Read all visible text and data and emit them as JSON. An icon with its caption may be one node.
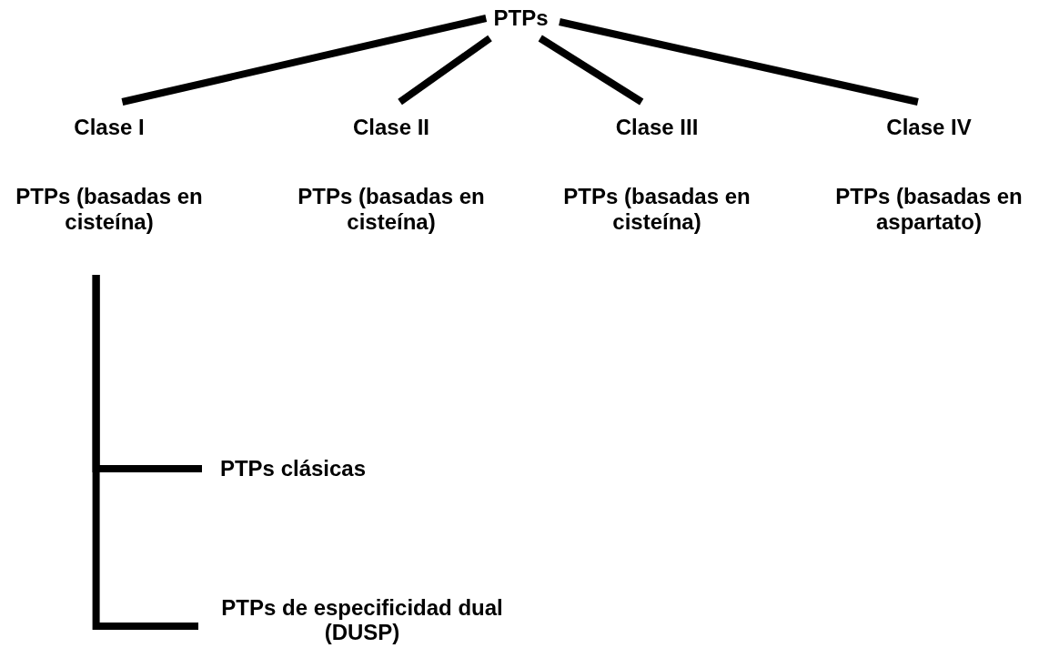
{
  "diagram": {
    "nodes": [
      {
        "text": [
          "PTPs"
        ]
      },
      {
        "text": [
          "Clase I",
          "PTPs (basadas en cisteína)"
        ]
      },
      {
        "text": [
          "Clase II",
          "PTPs (basadas en cisteína)"
        ]
      },
      {
        "text": [
          "Clase III",
          "PTPs (basadas en cisteína)"
        ]
      },
      {
        "text": [
          "Clase IV",
          "PTPs (basadas en aspartato)"
        ]
      },
      {
        "text": [
          "PTPs clásicas"
        ]
      },
      {
        "text": [
          "PTPs de especificidad dual (DUSP)"
        ]
      }
    ],
    "edges": [
      {
        "from": 0,
        "to": 1,
        "arrow": "none"
      },
      {
        "from": 0,
        "to": 2,
        "arrow": "none"
      },
      {
        "from": 0,
        "to": 3,
        "arrow": "none"
      },
      {
        "from": 0,
        "to": 4,
        "arrow": "none"
      },
      {
        "from": 1,
        "to": 5,
        "arrow": "none"
      },
      {
        "from": 1,
        "to": 6,
        "arrow": "none"
      }
    ]
  }
}
